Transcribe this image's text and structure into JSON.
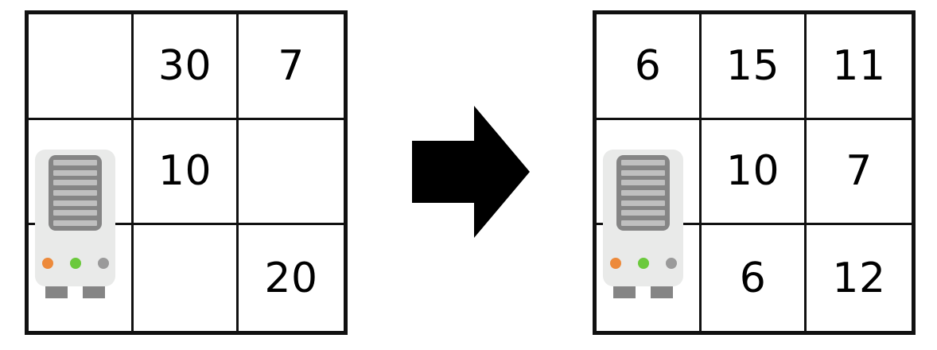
{
  "diagram": {
    "type": "grid-transformation",
    "arrow": {
      "name": "right-arrow",
      "direction": "right",
      "color": "#000000"
    }
  },
  "icon": {
    "name": "machine-robot-icon",
    "label": "machine",
    "body_color": "#E9EAE9",
    "panel_color": "#858585",
    "slat_color": "#BFBFBF",
    "slat_count": 7,
    "leds": [
      {
        "name": "led-orange",
        "color": "#ED8A3B"
      },
      {
        "name": "led-green",
        "color": "#6BC93C"
      },
      {
        "name": "led-gray",
        "color": "#9A9A9A"
      }
    ],
    "legs": 2
  },
  "grids": [
    {
      "name": "grid-before",
      "rows": 3,
      "cols": 3,
      "border_color": "#111111",
      "cells": [
        [
          {
            "value": "",
            "icon": false
          },
          {
            "value": "30",
            "icon": false
          },
          {
            "value": "7",
            "icon": false
          }
        ],
        [
          {
            "value": "",
            "icon": true
          },
          {
            "value": "10",
            "icon": false
          },
          {
            "value": "",
            "icon": false
          }
        ],
        [
          {
            "value": "",
            "icon": false
          },
          {
            "value": "",
            "icon": false
          },
          {
            "value": "20",
            "icon": false
          }
        ]
      ]
    },
    {
      "name": "grid-after",
      "rows": 3,
      "cols": 3,
      "border_color": "#111111",
      "cells": [
        [
          {
            "value": "6",
            "icon": false
          },
          {
            "value": "15",
            "icon": false
          },
          {
            "value": "11",
            "icon": false
          }
        ],
        [
          {
            "value": "",
            "icon": true
          },
          {
            "value": "10",
            "icon": false
          },
          {
            "value": "7",
            "icon": false
          }
        ],
        [
          {
            "value": "",
            "icon": false
          },
          {
            "value": "6",
            "icon": false
          },
          {
            "value": "12",
            "icon": false
          }
        ]
      ]
    }
  ]
}
